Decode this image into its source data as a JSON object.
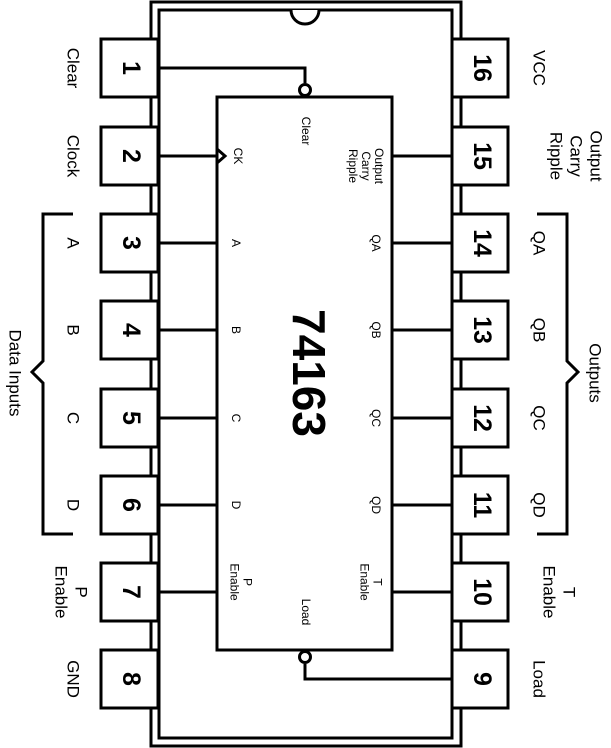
{
  "chip": {
    "part_number": "74163",
    "colors": {
      "line": "#000000",
      "background": "#ffffff"
    }
  },
  "pins_left": [
    {
      "number": "1",
      "external_label": [
        "Clear"
      ],
      "internal_label": [
        "Clear"
      ],
      "signal": "clear",
      "active_low": true
    },
    {
      "number": "2",
      "external_label": [
        "Clock"
      ],
      "internal_label": [
        "CK"
      ],
      "signal": "clock",
      "clock_edge": true
    },
    {
      "number": "3",
      "external_label": [
        "A"
      ],
      "internal_label": [
        "A"
      ],
      "signal": "data-a"
    },
    {
      "number": "4",
      "external_label": [
        "B"
      ],
      "internal_label": [
        "B"
      ],
      "signal": "data-b"
    },
    {
      "number": "5",
      "external_label": [
        "C"
      ],
      "internal_label": [
        "C"
      ],
      "signal": "data-c"
    },
    {
      "number": "6",
      "external_label": [
        "D"
      ],
      "internal_label": [
        "D"
      ],
      "signal": "data-d"
    },
    {
      "number": "7",
      "external_label": [
        "Enable",
        "P"
      ],
      "internal_label": [
        "Enable",
        "P"
      ],
      "signal": "enable-p"
    },
    {
      "number": "8",
      "external_label": [
        "GND"
      ],
      "internal_label": [],
      "signal": "gnd"
    }
  ],
  "pins_right": [
    {
      "number": "16",
      "external_label": [
        "VCC"
      ],
      "internal_label": [],
      "signal": "vcc"
    },
    {
      "number": "15",
      "external_label": [
        "Ripple",
        "Carry",
        "Output"
      ],
      "internal_label": [
        "Ripple",
        "Carry",
        "Output"
      ],
      "signal": "ripple-carry-output"
    },
    {
      "number": "14",
      "external_label": [
        "QA"
      ],
      "internal_label": [
        "QA"
      ],
      "signal": "output-qa"
    },
    {
      "number": "13",
      "external_label": [
        "QB"
      ],
      "internal_label": [
        "QB"
      ],
      "signal": "output-qb"
    },
    {
      "number": "12",
      "external_label": [
        "QC"
      ],
      "internal_label": [
        "QC"
      ],
      "signal": "output-qc"
    },
    {
      "number": "11",
      "external_label": [
        "QD"
      ],
      "internal_label": [
        "QD"
      ],
      "signal": "output-qd"
    },
    {
      "number": "10",
      "external_label": [
        "Enable",
        "T"
      ],
      "internal_label": [
        "Enable",
        "T"
      ],
      "signal": "enable-t"
    },
    {
      "number": "9",
      "external_label": [
        "Load"
      ],
      "internal_label": [
        "Load"
      ],
      "signal": "load",
      "active_low": true
    }
  ],
  "groups": {
    "data_inputs": "Data Inputs",
    "outputs": "Outputs"
  }
}
